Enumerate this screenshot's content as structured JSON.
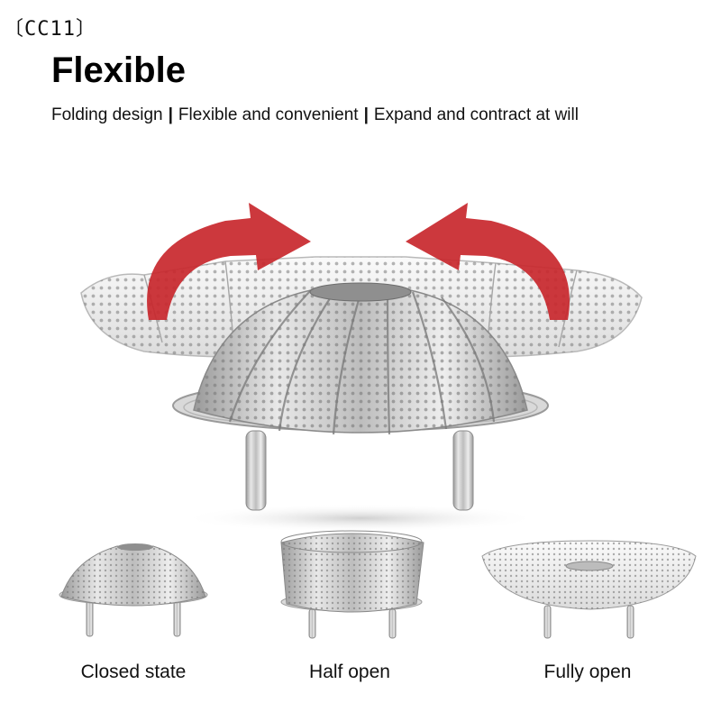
{
  "header": {
    "code": "〔CC11〕",
    "title": "Flexible",
    "features": [
      "Folding design",
      "Flexible and convenient",
      "Expand and contract at will"
    ],
    "separator": "|"
  },
  "states": [
    {
      "label": "Closed state",
      "openness": 0.0
    },
    {
      "label": "Half open",
      "openness": 0.5
    },
    {
      "label": "Fully open",
      "openness": 1.0
    }
  ],
  "colors": {
    "arrow": "#c8272d",
    "steel_light": "#f2f2f2",
    "steel_mid": "#c9c9c9",
    "steel_dark": "#8a8a8a",
    "holes": "#6e6e6e"
  }
}
